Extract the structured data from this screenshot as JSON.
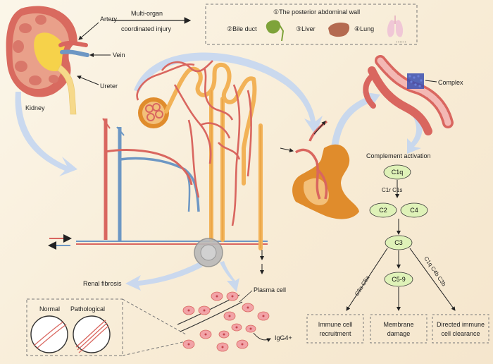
{
  "kidney": {
    "artery": "Artery",
    "vein": "Vein",
    "ureter": "Ureter",
    "kidney": "Kidney"
  },
  "injury": {
    "line1": "Multi-organ",
    "line2": "coordinated injury"
  },
  "organs": {
    "wall": "①The posterior abdominal wall",
    "bile": "②Bile duct",
    "liver": "③Liver",
    "lung": "④Lung",
    "more": "......"
  },
  "complex_label": "Complex",
  "complement_title": "Complement activation",
  "nodes": {
    "c1q": "C1q",
    "c1r_c1s": "C1r  C1s",
    "c2": "C2",
    "c4": "C4",
    "c3": "C3",
    "c59": "C5-9"
  },
  "pathways": {
    "left": "C3a C5a",
    "right": "C1q C4b C3b"
  },
  "outcomes": {
    "o1_line1": "Immune cell",
    "o1_line2": "recruitment",
    "o2_line1": "Membrane",
    "o2_line2": "damage",
    "o3_line1": "Directed immune",
    "o3_line2": "cell clearance"
  },
  "fibrosis": {
    "title": "Renal fibrosis",
    "normal": "Normal",
    "pathological": "Pathological"
  },
  "plasma": {
    "label": "Plasma cell",
    "igg": "IgG4+"
  },
  "colors": {
    "artery": "#d9665f",
    "vein": "#6d97c4",
    "tubule": "#f2b257",
    "capsule": "#e08c2c",
    "node_fill": "#dff2b8",
    "flow_arrow": "#c7d7ef",
    "liver": "#b46a50",
    "bile": "#7ea33a",
    "lung": "#f0c7d6",
    "cell": "#f2a3a7"
  }
}
